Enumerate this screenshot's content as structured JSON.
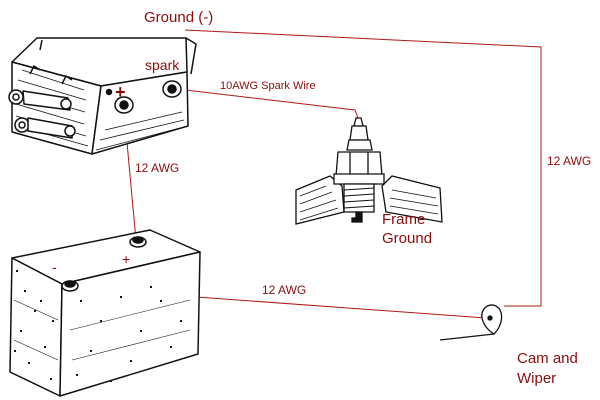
{
  "labels": {
    "ground_neg": "Ground (-)",
    "spark": "spark",
    "plus_coil": "+",
    "spark_wire": "10AWG Spark Wire",
    "awg_coil_battery": "12 AWG",
    "awg_right": "12 AWG",
    "awg_battery_cam": "12 AWG",
    "frame_ground_1": "Frame",
    "frame_ground_2": "Ground",
    "cam_wiper_1": "Cam and",
    "cam_wiper_2": "Wiper",
    "battery_minus": "-",
    "battery_plus": "+"
  },
  "colors": {
    "label": "#8b0d0d",
    "wire": "#b01818",
    "ink": "#111111"
  },
  "icons": [
    "ignition-coil-icon",
    "spark-plug-icon",
    "battery-icon",
    "cam-wiper-icon"
  ]
}
